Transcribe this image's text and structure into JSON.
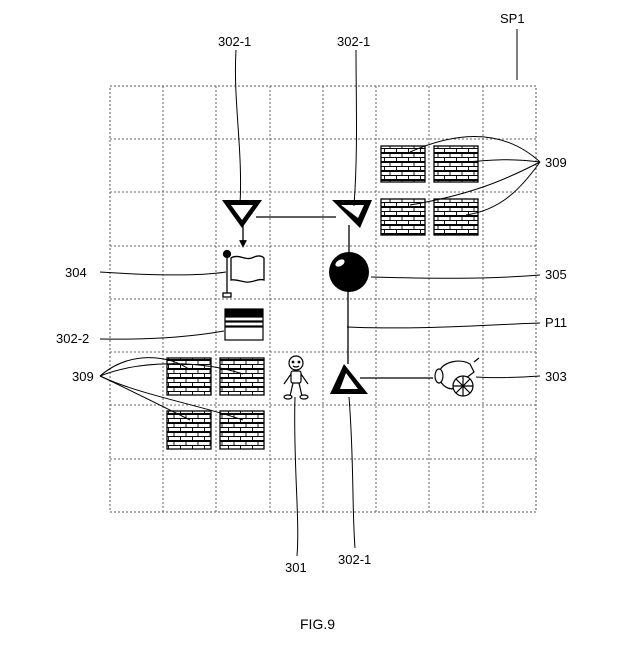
{
  "figure": {
    "caption": "FIG.9",
    "stage_label": "SP1"
  },
  "labels": {
    "reflector_top_left": "302-1",
    "reflector_top_right": "302-1",
    "reflector_bottom": "302-1",
    "bricks_right": "309",
    "bricks_left": "309",
    "flag": "304",
    "ball": "305",
    "block": "302-2",
    "path": "P11",
    "cannon": "303",
    "character": "301"
  },
  "grid": {
    "columns": 8,
    "rows": 8
  },
  "icons": {
    "reflector": "triangle-reflector-icon",
    "brick": "brick-wall-icon",
    "flag": "goal-flag-icon",
    "ball": "ball-icon",
    "block": "push-block-icon",
    "cannon": "cannon-icon",
    "character": "player-character-icon"
  }
}
